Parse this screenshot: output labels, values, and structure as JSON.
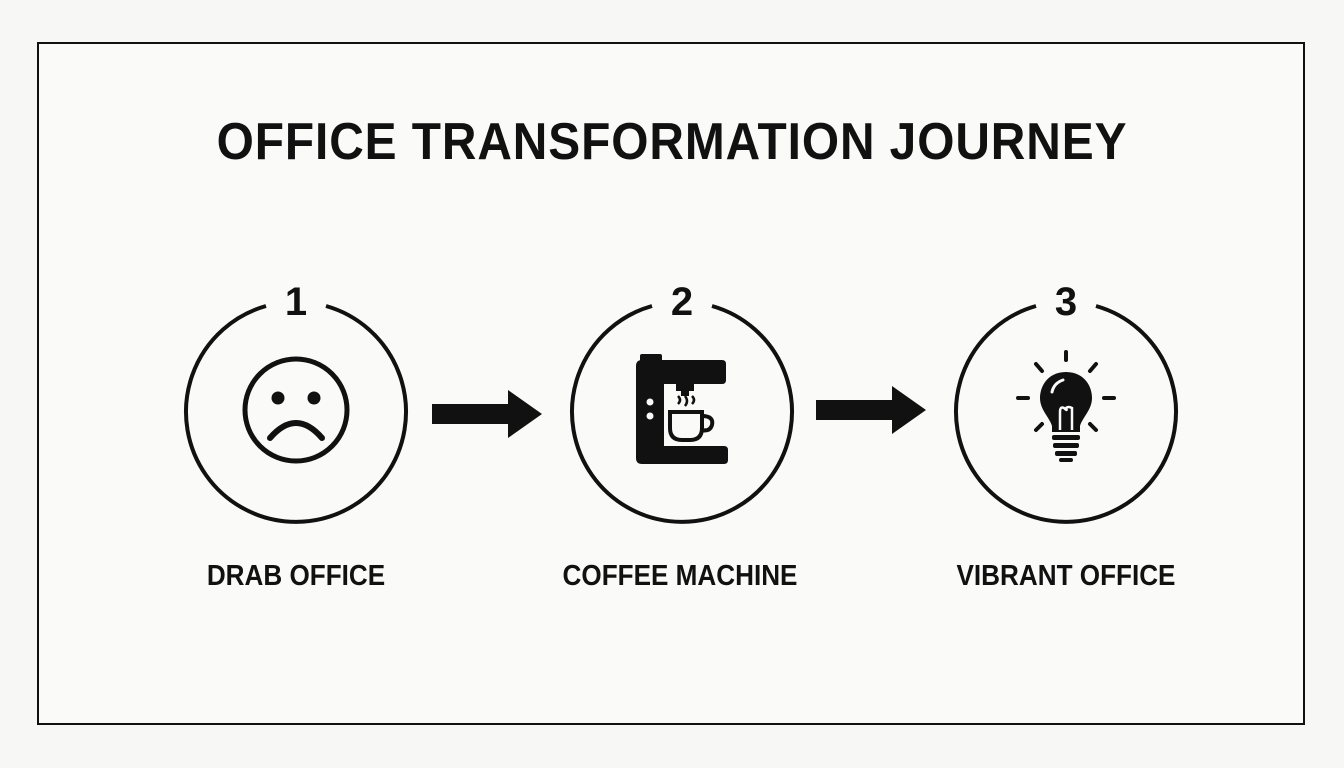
{
  "title": "OFFICE TRANSFORMATION JOURNEY",
  "colors": {
    "ink": "#111111",
    "background": "#f7f7f6"
  },
  "steps": [
    {
      "number": "1",
      "label": "DRAB OFFICE",
      "icon": "sad-face-icon"
    },
    {
      "number": "2",
      "label": "COFFEE MACHINE",
      "icon": "coffee-machine-icon"
    },
    {
      "number": "3",
      "label": "VIBRANT OFFICE",
      "icon": "lightbulb-icon"
    }
  ]
}
